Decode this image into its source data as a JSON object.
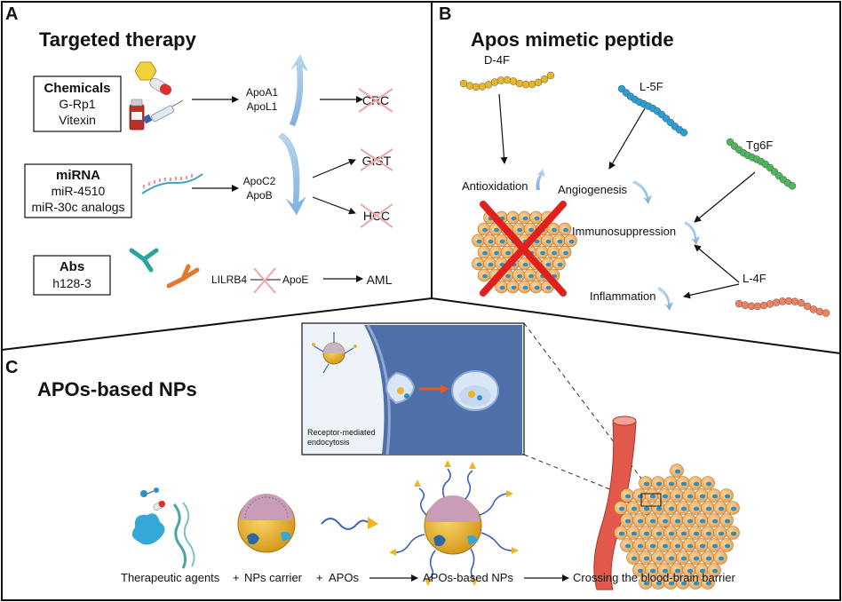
{
  "panel_a": {
    "letter": "A",
    "title": "Targeted therapy",
    "chemicals": {
      "title": "Chemicals",
      "items": [
        "G-Rp1",
        "Vitexin"
      ]
    },
    "mirna": {
      "title": "miRNA",
      "items": [
        "miR-4510",
        "miR-30c analogs"
      ]
    },
    "abs": {
      "title": "Abs",
      "items": [
        "h128-3"
      ]
    },
    "apo_up": [
      "ApoA1",
      "ApoL1"
    ],
    "apo_down": [
      "ApoC2",
      "ApoB"
    ],
    "lilrb4": "LILRB4",
    "apoe": "ApoE",
    "cancers": {
      "crc": "CRC",
      "gist": "GIST",
      "hcc": "HCC",
      "aml": "AML"
    }
  },
  "panel_b": {
    "letter": "B",
    "title": "Apos mimetic peptide",
    "peptides": {
      "d4f": "D-4F",
      "l5f": "L-5F",
      "tg6f": "Tg6F",
      "l4f": "L-4F"
    },
    "effects": {
      "antioxidation": "Antioxidation",
      "angiogenesis": "Angiogenesis",
      "immunosuppression": "Immunosuppression",
      "inflammation": "Inflammation"
    }
  },
  "panel_c": {
    "letter": "C",
    "title": "APOs-based NPs",
    "inset_caption": [
      "Receptor-mediated",
      "endocytosis"
    ],
    "flow": {
      "agents": "Therapeutic agents",
      "plus1": "+",
      "carrier": "NPs carrier",
      "plus2": "+",
      "apos": "APOs",
      "nps": "APOs-based NPs",
      "result": "Crossing the blood-brain barrier"
    }
  },
  "colors": {
    "peptide_d4f": "#e8b62a",
    "peptide_l5f": "#2a9fd6",
    "peptide_tg6f": "#4cb85c",
    "peptide_l4f": "#f08060",
    "cross_red": "#e0201c",
    "cross_pink": "#f2a6a6",
    "cell_orange": "#f5b66a",
    "nucleus_blue": "#2e8fc4",
    "vessel_red": "#e2584a",
    "membrane_blue": "#4f6fa8"
  }
}
